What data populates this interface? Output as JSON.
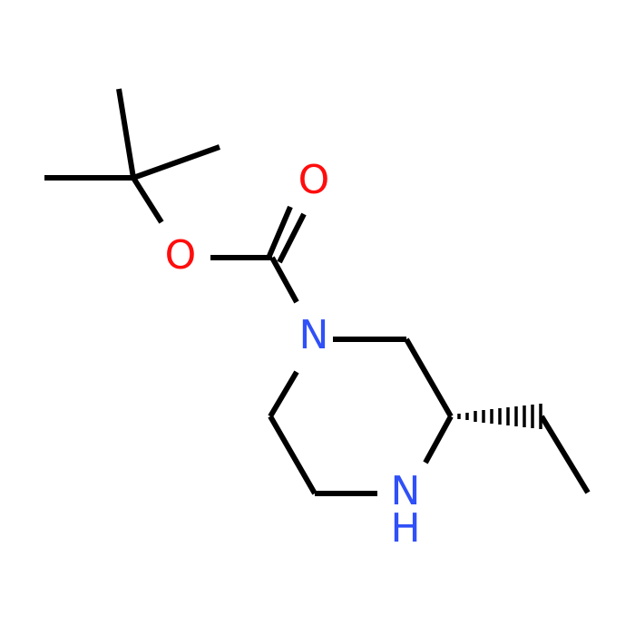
{
  "atoms": {
    "carbonyl_oxygen": {
      "symbol": "O",
      "color": "#ff0d0d"
    },
    "ester_oxygen": {
      "symbol": "O",
      "color": "#ff0d0d"
    },
    "ring_nitrogen_boc": {
      "symbol": "N",
      "color": "#3050f8"
    },
    "ring_nitrogen_h": {
      "symbol": "N",
      "color": "#3050f8",
      "hydrogen": "H"
    }
  },
  "bond_color": "#000000"
}
